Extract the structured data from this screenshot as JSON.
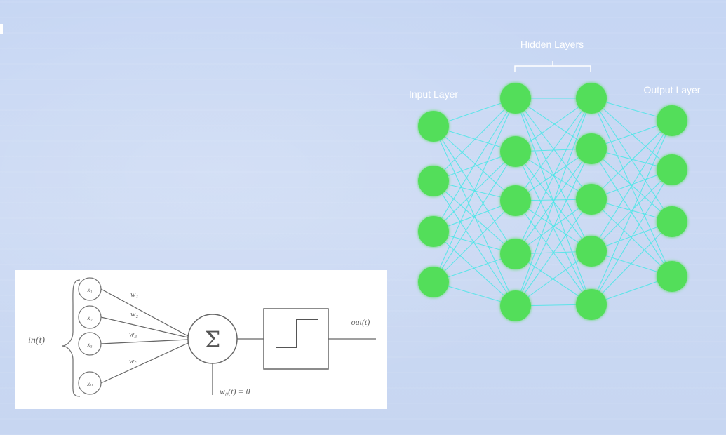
{
  "colors": {
    "background": "#c9d8f2",
    "node": "#52de5a",
    "edge": "#49e6e6",
    "label": "#ffffff",
    "panel": "#ffffff",
    "ink": "#555555"
  },
  "network": {
    "hidden_title": "Hidden Layers",
    "input_label": "Input Layer",
    "output_label": "Output Layer",
    "layer_sizes": [
      4,
      5,
      5,
      4
    ]
  },
  "perceptron": {
    "input_group_label": "in(t)",
    "inputs": [
      "x₁",
      "x₂",
      "x₃",
      "xₙ"
    ],
    "weights": [
      "w₁",
      "w₂",
      "w₃",
      "wₙ"
    ],
    "sum_symbol": "Σ",
    "bias_label": "w₀(t) = θ",
    "output_label": "out(t)"
  }
}
